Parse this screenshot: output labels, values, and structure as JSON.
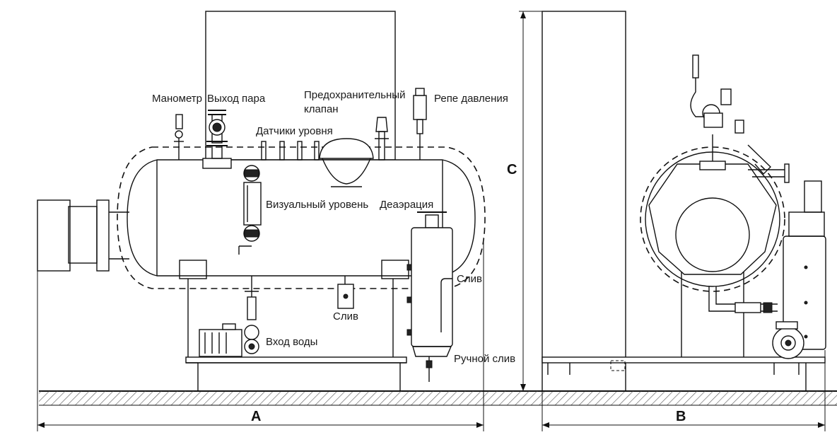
{
  "labels": {
    "manometer": "Манометр",
    "steam_outlet": "Выход пара",
    "level_sensors": "Датчики уровня",
    "safety_valve_1": "Предохранительный",
    "safety_valve_2": "клапан",
    "pressure_relay": "Репе давления",
    "visual_level": "Визуальный уровень",
    "deaeration": "Деаэрация",
    "drain_right": "Слив",
    "drain_bottom": "Слив",
    "water_inlet": "Вход воды",
    "manual_drain": "Ручной слив"
  },
  "dimensions": {
    "a": "A",
    "b": "B",
    "c": "C"
  },
  "colors": {
    "line": "#111111",
    "background": "#ffffff",
    "ground_hatch": "#555555"
  }
}
